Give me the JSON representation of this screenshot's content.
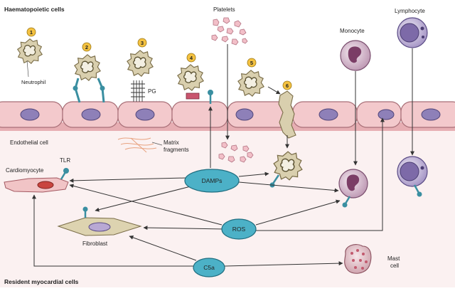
{
  "labels": {
    "haematopoietic_title": "Haematopoietic cells",
    "resident_title": "Resident myocardial cells",
    "platelets": "Platelets",
    "lymphocyte": "Lymphocyte",
    "monocyte": "Monocyte",
    "neutrophil": "Neutrophil",
    "pg": "PG",
    "endothelial_cell": "Endothelial cell",
    "matrix_fragments_line1": "Matrix",
    "matrix_fragments_line2": "fragments",
    "tlr": "TLR",
    "cardiomyocyte": "Cardiomyocyte",
    "fibroblast": "Fibroblast",
    "mast_cell_line1": "Mast",
    "mast_cell_line2": "cell"
  },
  "nodes": {
    "damps": "DAMPs",
    "ros": "ROS",
    "c5a": "C5a"
  },
  "steps": [
    "1",
    "2",
    "3",
    "4",
    "5",
    "6"
  ],
  "colors": {
    "vessel_band": "#f6dede",
    "tissue_bg": "#fbf1f1",
    "endothelial_fill": "#f3c9cc",
    "nucleus": "#8e80b8",
    "neutrophil": "#d9cfae",
    "receptor": "#3a8fa1",
    "node_fill": "#4cb1c7",
    "number_badge": "#f4c241"
  }
}
